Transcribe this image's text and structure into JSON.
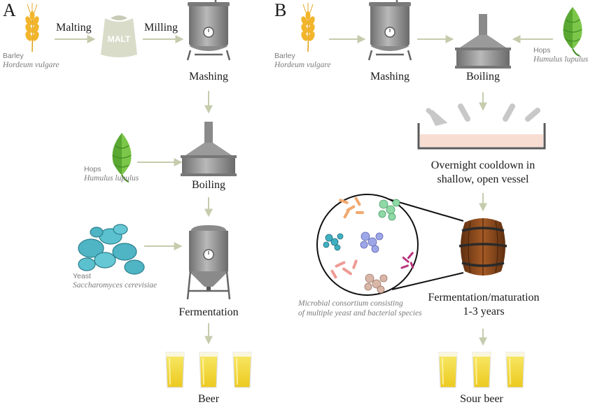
{
  "panels": {
    "a": "A",
    "b": "B"
  },
  "a": {
    "barley_common": "Barley",
    "barley_latin": "Hordeum vulgare",
    "malting": "Malting",
    "malt_bag": "MALT",
    "milling": "Milling",
    "mashing": "Mashing",
    "hops_common": "Hops",
    "hops_latin": "Humulus lupulus",
    "boiling": "Boiling",
    "yeast_common": "Yeast",
    "yeast_latin": "Saccharomyces cerevisiae",
    "fermentation": "Fermentation",
    "product": "Beer"
  },
  "b": {
    "barley_common": "Barley",
    "barley_latin": "Hordeum vulgare",
    "mashing": "Mashing",
    "boiling": "Boiling",
    "hops_common": "Hops",
    "hops_latin": "Humulus lupulus",
    "cooldown_line1": "Overnight cooldown in",
    "cooldown_line2": "shallow, open vessel",
    "consortium_line1": "Microbial consortium consisting",
    "consortium_line2": "of multiple yeast and bacterial species",
    "fermentation_line1": "Fermentation/maturation",
    "fermentation_line2": "1-3 years",
    "product": "Sour beer"
  },
  "colors": {
    "arrow": "#c5ccad",
    "barley": "#f2b52b",
    "hops": "#5aa832",
    "yeast": "#4fb4c4",
    "steel": "#8d8d8d",
    "barrel": "#8a4a1e",
    "beer": "#f4e14a",
    "wort": "#f8ddd2"
  },
  "icons": [
    "barley-icon",
    "malt-bag-icon",
    "mash-tun-icon",
    "kettle-icon",
    "hops-icon",
    "yeast-icon",
    "fermenter-icon",
    "beer-glass-icon",
    "coolship-icon",
    "barrel-icon",
    "microbe-circle-icon"
  ]
}
